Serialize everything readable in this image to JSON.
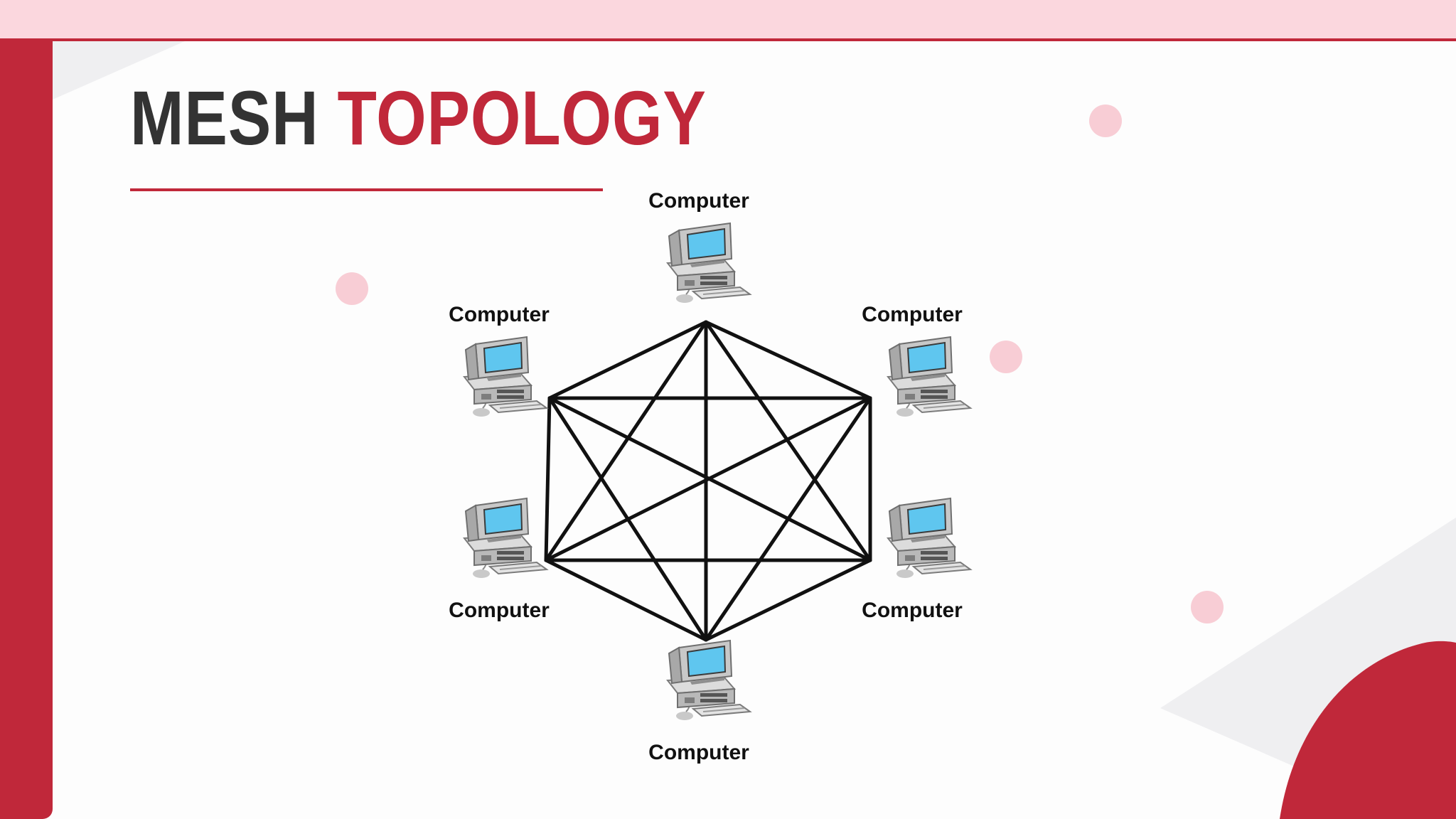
{
  "slide": {
    "title_part1": "MESH",
    "title_part2": "TOPOLOGY"
  },
  "colors": {
    "accent": "#c0283a",
    "title_dark": "#333333",
    "band_pink": "#fbd7de",
    "dot_pink": "#f8cdd5",
    "screen_blue": "#5fc6ef"
  },
  "diagram": {
    "node_icon": "desktop-computer-icon",
    "nodes": [
      {
        "id": "top",
        "label": "Computer"
      },
      {
        "id": "upper-right",
        "label": "Computer"
      },
      {
        "id": "lower-right",
        "label": "Computer"
      },
      {
        "id": "bottom",
        "label": "Computer"
      },
      {
        "id": "lower-left",
        "label": "Computer"
      },
      {
        "id": "upper-left",
        "label": "Computer"
      }
    ],
    "links": [
      [
        "top",
        "upper-right"
      ],
      [
        "top",
        "lower-right"
      ],
      [
        "top",
        "bottom"
      ],
      [
        "top",
        "lower-left"
      ],
      [
        "top",
        "upper-left"
      ],
      [
        "upper-right",
        "lower-right"
      ],
      [
        "upper-right",
        "bottom"
      ],
      [
        "upper-right",
        "lower-left"
      ],
      [
        "upper-right",
        "upper-left"
      ],
      [
        "lower-right",
        "bottom"
      ],
      [
        "lower-right",
        "lower-left"
      ],
      [
        "lower-right",
        "upper-left"
      ],
      [
        "bottom",
        "lower-left"
      ],
      [
        "bottom",
        "upper-left"
      ],
      [
        "lower-left",
        "upper-left"
      ]
    ]
  }
}
